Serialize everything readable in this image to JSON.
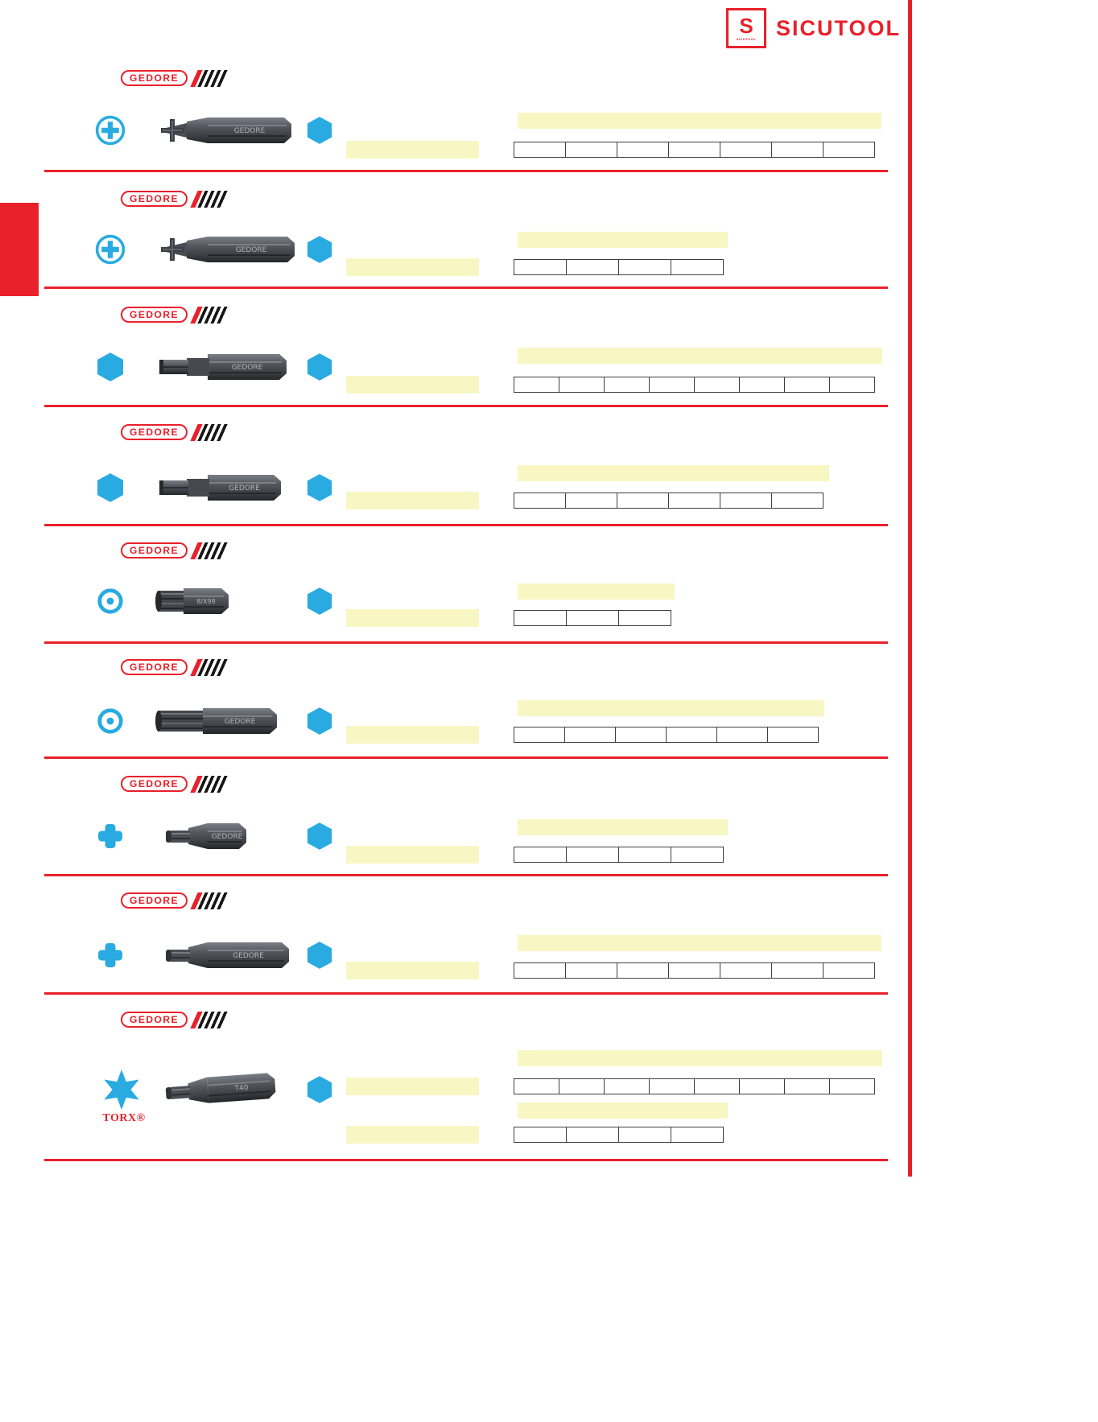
{
  "header": {
    "logo_text": "SICUTOOL",
    "logo_glyph": "S"
  },
  "colors": {
    "accent_red": "#e8212b",
    "accent_blue": "#29abe2",
    "highlight_yellow": "#f8f7c3",
    "table_border": "#3f3f3f"
  },
  "sections": [
    {
      "brand": "GEDORE",
      "drive_icon": "pozidriv-drive-icon",
      "drive_type": "pozidriv",
      "shank_icon": "hex-shank-icon",
      "bit_type": "pz",
      "bit_marking": "GEDORE",
      "listings": [
        {
          "columns": 7
        }
      ]
    },
    {
      "brand": "GEDORE",
      "drive_icon": "pozidriv-drive-icon",
      "drive_type": "pozidriv",
      "shank_icon": "hex-shank-icon",
      "bit_type": "pz",
      "bit_marking": "GEDORE",
      "listings": [
        {
          "columns": 4
        }
      ]
    },
    {
      "brand": "GEDORE",
      "drive_icon": "hex-drive-icon",
      "drive_type": "hex",
      "shank_icon": "hex-shank-icon",
      "bit_type": "hex",
      "bit_marking": "GEDORE",
      "listings": [
        {
          "columns": 8
        }
      ]
    },
    {
      "brand": "GEDORE",
      "drive_icon": "hex-drive-icon",
      "drive_type": "hex",
      "shank_icon": "hex-shank-icon",
      "bit_type": "hex",
      "bit_marking": "GEDORE",
      "listings": [
        {
          "columns": 6
        }
      ]
    },
    {
      "brand": "GEDORE",
      "drive_icon": "spline-socket-drive-icon",
      "drive_type": "ring",
      "shank_icon": "hex-shank-icon",
      "bit_type": "xzn",
      "bit_marking": "8/X98",
      "listings": [
        {
          "columns": 3
        }
      ]
    },
    {
      "brand": "GEDORE",
      "drive_icon": "spline-socket-drive-icon",
      "drive_type": "ring",
      "shank_icon": "hex-shank-icon",
      "bit_type": "xzn",
      "bit_marking": "GEDORE",
      "listings": [
        {
          "columns": 6
        }
      ]
    },
    {
      "brand": "GEDORE",
      "drive_icon": "multi-lobe-drive-icon",
      "drive_type": "plus",
      "shank_icon": "hex-shank-icon",
      "bit_type": "torx",
      "bit_marking": "GEDORE",
      "listings": [
        {
          "columns": 4
        }
      ]
    },
    {
      "brand": "GEDORE",
      "drive_icon": "multi-lobe-drive-icon",
      "drive_type": "plus",
      "shank_icon": "hex-shank-icon",
      "bit_type": "torx",
      "bit_marking": "GEDORE",
      "listings": [
        {
          "columns": 7
        }
      ]
    },
    {
      "brand": "GEDORE",
      "drive_icon": "torx-drive-icon",
      "drive_type": "star",
      "drive_label": "TORX®",
      "shank_icon": "hex-shank-icon",
      "bit_type": "torx",
      "bit_marking": "T40",
      "listings": [
        {
          "columns": 8
        },
        {
          "columns": 4
        }
      ]
    }
  ]
}
